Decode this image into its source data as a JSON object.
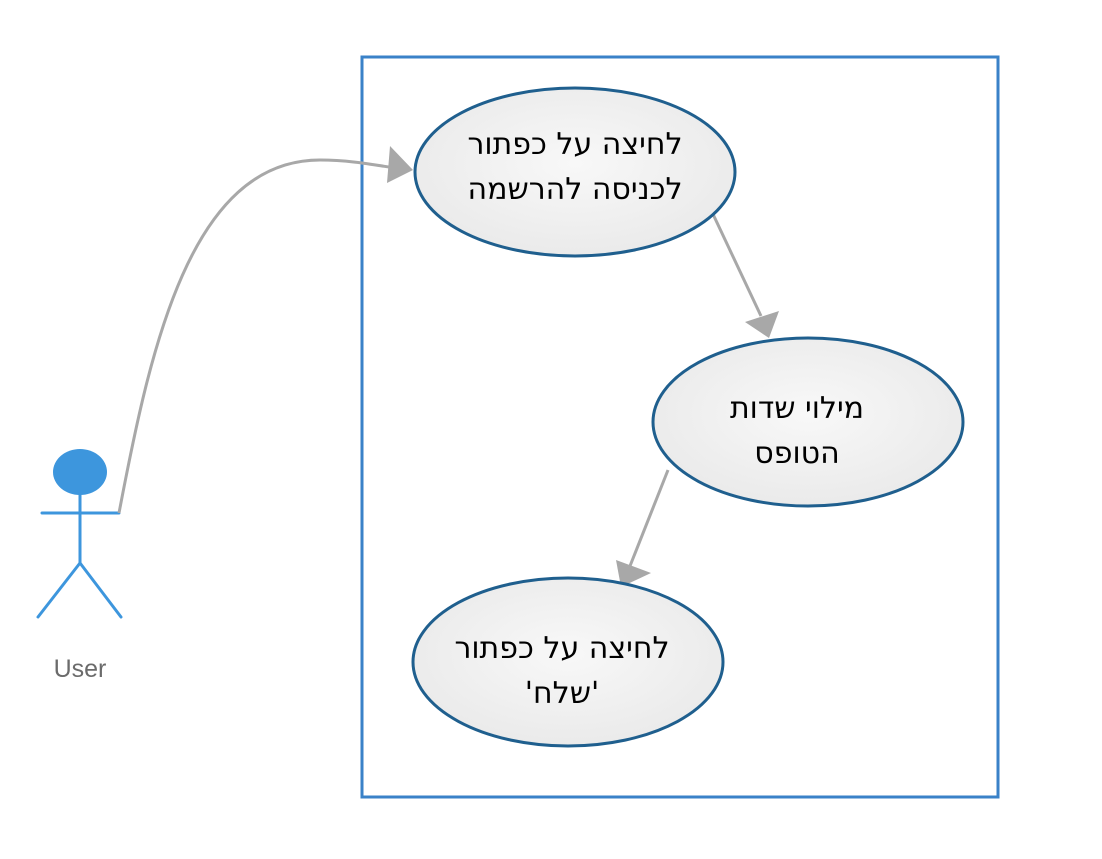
{
  "diagram": {
    "type": "use-case",
    "actor": {
      "label": "User",
      "color": "#3d96dd"
    },
    "system_boundary_color": "#3a82c8",
    "use_cases": [
      {
        "id": "uc-1",
        "line1": "לחיצה על כפתור",
        "line2": "לכניסה להרשמה"
      },
      {
        "id": "uc-2",
        "line1": "מילוי שדות",
        "line2": "הטופס"
      },
      {
        "id": "uc-3",
        "line1": "לחיצה על כפתור",
        "line2": "'שלח'"
      }
    ],
    "edges": [
      {
        "from": "actor",
        "to": "uc-1"
      },
      {
        "from": "uc-1",
        "to": "uc-2"
      },
      {
        "from": "uc-2",
        "to": "uc-3"
      }
    ],
    "ellipse_fill": "#f2f2f2",
    "ellipse_stroke": "#1f5f8e",
    "edge_color": "#a8a8a8"
  }
}
